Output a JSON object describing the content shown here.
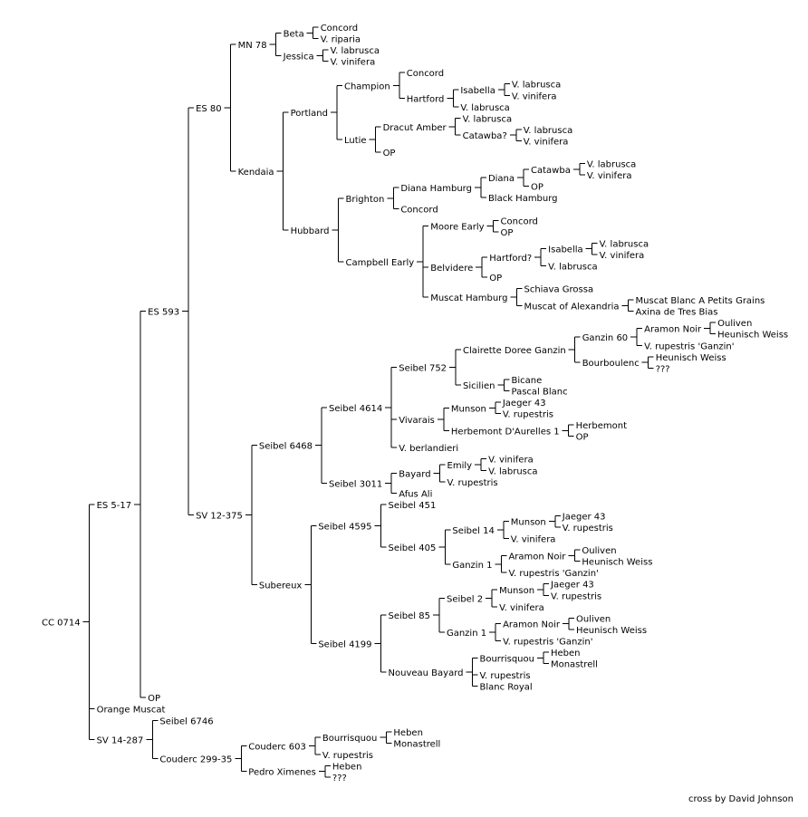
{
  "credit": "cross by David Johnson",
  "tree": {
    "label": "CC 0714",
    "children": [
      {
        "label": "ES 5-17",
        "children": [
          {
            "label": "ES 593",
            "children": [
              {
                "label": "ES 80",
                "children": [
                  {
                    "label": "MN 78",
                    "children": [
                      {
                        "label": "Beta",
                        "children": [
                          {
                            "label": "Concord"
                          },
                          {
                            "label": "V. riparia"
                          }
                        ]
                      },
                      {
                        "label": "Jessica",
                        "children": [
                          {
                            "label": "V. labrusca"
                          },
                          {
                            "label": "V. vinifera"
                          }
                        ]
                      }
                    ]
                  },
                  {
                    "label": "Kendaia",
                    "children": [
                      {
                        "label": "Portland",
                        "children": [
                          {
                            "label": "Champion",
                            "children": [
                              {
                                "label": "Concord"
                              },
                              {
                                "label": "Hartford",
                                "children": [
                                  {
                                    "label": "Isabella",
                                    "children": [
                                      {
                                        "label": "V. labrusca"
                                      },
                                      {
                                        "label": "V. vinifera"
                                      }
                                    ]
                                  },
                                  {
                                    "label": "V. labrusca"
                                  }
                                ]
                              }
                            ]
                          },
                          {
                            "label": "Lutie",
                            "children": [
                              {
                                "label": "Dracut Amber",
                                "children": [
                                  {
                                    "label": "V. labrusca"
                                  },
                                  {
                                    "label": "Catawba?",
                                    "children": [
                                      {
                                        "label": "V. labrusca"
                                      },
                                      {
                                        "label": "V. vinifera"
                                      }
                                    ]
                                  }
                                ]
                              },
                              {
                                "label": "OP"
                              }
                            ]
                          }
                        ]
                      },
                      {
                        "label": "Hubbard",
                        "children": [
                          {
                            "label": "Brighton",
                            "children": [
                              {
                                "label": "Diana Hamburg",
                                "children": [
                                  {
                                    "label": "Diana",
                                    "children": [
                                      {
                                        "label": "Catawba",
                                        "children": [
                                          {
                                            "label": "V. labrusca"
                                          },
                                          {
                                            "label": "V. vinifera"
                                          }
                                        ]
                                      },
                                      {
                                        "label": "OP"
                                      }
                                    ]
                                  },
                                  {
                                    "label": "Black Hamburg"
                                  }
                                ]
                              },
                              {
                                "label": "Concord"
                              }
                            ]
                          },
                          {
                            "label": "Campbell Early",
                            "children": [
                              {
                                "label": "Moore Early",
                                "children": [
                                  {
                                    "label": "Concord"
                                  },
                                  {
                                    "label": "OP"
                                  }
                                ]
                              },
                              {
                                "label": "Belvidere",
                                "children": [
                                  {
                                    "label": "Hartford?",
                                    "children": [
                                      {
                                        "label": "Isabella",
                                        "children": [
                                          {
                                            "label": "V. labrusca"
                                          },
                                          {
                                            "label": "V. vinifera"
                                          }
                                        ]
                                      },
                                      {
                                        "label": "V. labrusca"
                                      }
                                    ]
                                  },
                                  {
                                    "label": "OP"
                                  }
                                ]
                              },
                              {
                                "label": "Muscat Hamburg",
                                "children": [
                                  {
                                    "label": "Schiava Grossa"
                                  },
                                  {
                                    "label": "Muscat of Alexandria",
                                    "children": [
                                      {
                                        "label": "Muscat Blanc A Petits Grains"
                                      },
                                      {
                                        "label": "Axina de Tres Bias"
                                      }
                                    ]
                                  }
                                ]
                              }
                            ]
                          }
                        ]
                      }
                    ]
                  }
                ]
              },
              {
                "label": "SV 12-375",
                "children": [
                  {
                    "label": "Seibel 6468",
                    "children": [
                      {
                        "label": "Seibel 4614",
                        "children": [
                          {
                            "label": "Seibel 752",
                            "children": [
                              {
                                "label": "Clairette Doree Ganzin",
                                "children": [
                                  {
                                    "label": "Ganzin 60",
                                    "children": [
                                      {
                                        "label": "Aramon Noir",
                                        "children": [
                                          {
                                            "label": "Ouliven"
                                          },
                                          {
                                            "label": "Heunisch Weiss"
                                          }
                                        ]
                                      },
                                      {
                                        "label": "V. rupestris 'Ganzin'"
                                      }
                                    ]
                                  },
                                  {
                                    "label": "Bourboulenc",
                                    "children": [
                                      {
                                        "label": "Heunisch Weiss"
                                      },
                                      {
                                        "label": "???"
                                      }
                                    ]
                                  }
                                ]
                              },
                              {
                                "label": "Sicilien",
                                "children": [
                                  {
                                    "label": "Bicane"
                                  },
                                  {
                                    "label": "Pascal Blanc"
                                  }
                                ]
                              }
                            ]
                          },
                          {
                            "label": "Vivarais",
                            "children": [
                              {
                                "label": "Munson",
                                "children": [
                                  {
                                    "label": "Jaeger 43"
                                  },
                                  {
                                    "label": "V. rupestris"
                                  }
                                ]
                              },
                              {
                                "label": "Herbemont D'Aurelles 1",
                                "children": [
                                  {
                                    "label": "Herbemont"
                                  },
                                  {
                                    "label": "OP"
                                  }
                                ]
                              }
                            ]
                          },
                          {
                            "label": "V. berlandieri"
                          }
                        ]
                      },
                      {
                        "label": "Seibel 3011",
                        "children": [
                          {
                            "label": "Bayard",
                            "children": [
                              {
                                "label": "Emily",
                                "children": [
                                  {
                                    "label": "V. vinifera"
                                  },
                                  {
                                    "label": "V. labrusca"
                                  }
                                ]
                              },
                              {
                                "label": "V. rupestris"
                              }
                            ]
                          },
                          {
                            "label": "Afus Ali"
                          }
                        ]
                      }
                    ]
                  },
                  {
                    "label": "Subereux",
                    "children": [
                      {
                        "label": "Seibel 4595",
                        "children": [
                          {
                            "label": "Seibel 451"
                          },
                          {
                            "label": "Seibel 405",
                            "children": [
                              {
                                "label": "Seibel 14",
                                "children": [
                                  {
                                    "label": "Munson",
                                    "children": [
                                      {
                                        "label": "Jaeger 43"
                                      },
                                      {
                                        "label": "V. rupestris"
                                      }
                                    ]
                                  },
                                  {
                                    "label": "V. vinifera"
                                  }
                                ]
                              },
                              {
                                "label": "Ganzin 1",
                                "children": [
                                  {
                                    "label": "Aramon Noir",
                                    "children": [
                                      {
                                        "label": "Ouliven"
                                      },
                                      {
                                        "label": "Heunisch Weiss"
                                      }
                                    ]
                                  },
                                  {
                                    "label": "V. rupestris 'Ganzin'"
                                  }
                                ]
                              }
                            ]
                          }
                        ]
                      },
                      {
                        "label": "Seibel 4199",
                        "children": [
                          {
                            "label": "Seibel 85",
                            "children": [
                              {
                                "label": "Seibel 2",
                                "children": [
                                  {
                                    "label": "Munson",
                                    "children": [
                                      {
                                        "label": "Jaeger 43"
                                      },
                                      {
                                        "label": "V. rupestris"
                                      }
                                    ]
                                  },
                                  {
                                    "label": "V. vinifera"
                                  }
                                ]
                              },
                              {
                                "label": "Ganzin 1",
                                "children": [
                                  {
                                    "label": "Aramon Noir",
                                    "children": [
                                      {
                                        "label": "Ouliven"
                                      },
                                      {
                                        "label": "Heunisch Weiss"
                                      }
                                    ]
                                  },
                                  {
                                    "label": "V. rupestris 'Ganzin'"
                                  }
                                ]
                              }
                            ]
                          },
                          {
                            "label": "Nouveau Bayard",
                            "children": [
                              {
                                "label": "Bourrisquou",
                                "children": [
                                  {
                                    "label": "Heben"
                                  },
                                  {
                                    "label": "Monastrell"
                                  }
                                ]
                              },
                              {
                                "label": "V. rupestris"
                              },
                              {
                                "label": "Blanc Royal"
                              }
                            ]
                          }
                        ]
                      }
                    ]
                  }
                ]
              }
            ]
          },
          {
            "label": "OP"
          }
        ]
      },
      {
        "label": "Orange Muscat"
      },
      {
        "label": "SV 14-287",
        "children": [
          {
            "label": "Seibel 6746"
          },
          {
            "label": "Couderc 299-35",
            "children": [
              {
                "label": "Couderc 603",
                "children": [
                  {
                    "label": "Bourrisquou",
                    "children": [
                      {
                        "label": "Heben"
                      },
                      {
                        "label": "Monastrell"
                      }
                    ]
                  },
                  {
                    "label": "V. rupestris"
                  }
                ]
              },
              {
                "label": "Pedro Ximenes",
                "children": [
                  {
                    "label": "Heben"
                  },
                  {
                    "label": "???"
                  }
                ]
              }
            ]
          }
        ]
      }
    ]
  }
}
